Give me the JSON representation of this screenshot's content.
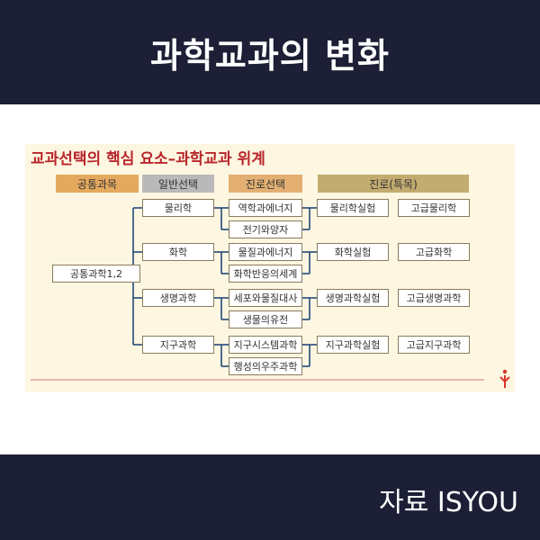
{
  "page": {
    "title": "과학교과의 변화",
    "source": "자료 ISYOU"
  },
  "diagram": {
    "title": "교과선택의 핵심 요소–과학교과 위계",
    "headers": {
      "common": "공통과목",
      "general": "일반선택",
      "career": "진로선택",
      "path": "진로(특목)"
    },
    "root": "공통과학1,2",
    "subjects": [
      {
        "general": "물리학",
        "career": [
          "역학과에너지",
          "전기와양자"
        ],
        "path": [
          "물리학실험",
          "고급물리학"
        ]
      },
      {
        "general": "화학",
        "career": [
          "물질과에너지",
          "화학반응의세계"
        ],
        "path": [
          "화학실험",
          "고급화학"
        ]
      },
      {
        "general": "생명과학",
        "career": [
          "세포와물질대사",
          "생물의유전"
        ],
        "path": [
          "생명과학실험",
          "고급생명과학"
        ]
      },
      {
        "general": "지구과학",
        "career": [
          "지구시스템과학",
          "행성의우주과학"
        ],
        "path": [
          "지구과학실험",
          "고급지구과학"
        ]
      }
    ]
  },
  "colors": {
    "banner": "#1c1f35",
    "title_red": "#b8262b",
    "panel": "#fdf6e1",
    "line": "#234a78"
  }
}
